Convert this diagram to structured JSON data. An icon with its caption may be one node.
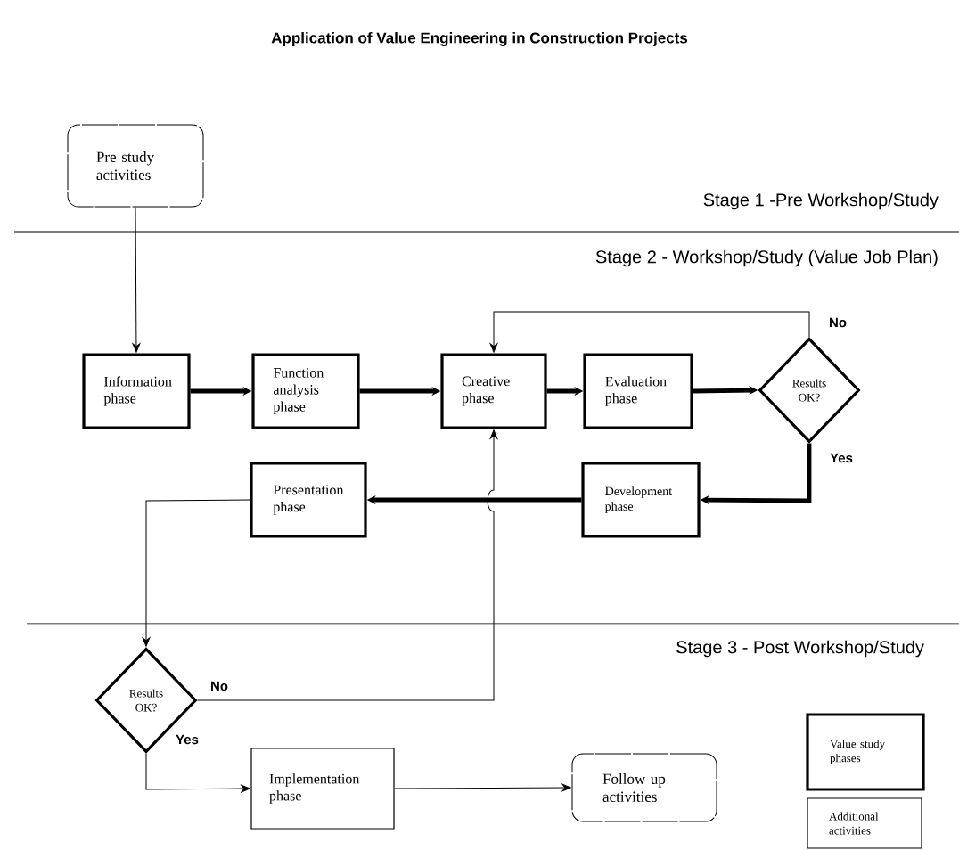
{
  "diagram": {
    "title": "Application of Value Engineering in Construction Projects",
    "nodes": [
      {
        "text": [
          "Pre study activities"
        ]
      },
      {
        "text": [
          "Information phase"
        ]
      },
      {
        "text": [
          "Function analysis phase"
        ]
      },
      {
        "text": [
          "Creative phase"
        ]
      },
      {
        "text": [
          "Evaluation phase"
        ]
      },
      {
        "text": [
          "Results OK?"
        ]
      },
      {
        "text": [
          "Presentation phase"
        ]
      },
      {
        "text": [
          "Development phase"
        ]
      },
      {
        "text": [
          "Results OK?"
        ]
      },
      {
        "text": [
          "Implementation phase"
        ]
      },
      {
        "text": [
          "Follow up activities"
        ]
      }
    ],
    "edges": [
      {
        "from": 0,
        "to": 1,
        "arrow": "to"
      },
      {
        "from": 1,
        "to": 2,
        "arrow": "to",
        "style": "thick"
      },
      {
        "from": 2,
        "to": 3,
        "arrow": "to",
        "style": "thick"
      },
      {
        "from": 3,
        "to": 4,
        "arrow": "to",
        "style": "thick"
      },
      {
        "from": 4,
        "to": 5,
        "arrow": "to",
        "style": "thick"
      },
      {
        "from": 5,
        "to": 3,
        "arrow": "to",
        "label": "No"
      },
      {
        "from": 5,
        "to": 7,
        "arrow": "to",
        "label": "Yes",
        "style": "thick"
      },
      {
        "from": 7,
        "to": 6,
        "arrow": "to",
        "style": "thick"
      },
      {
        "from": 6,
        "to": 8,
        "arrow": "to"
      },
      {
        "from": 8,
        "to": 3,
        "arrow": "to",
        "label": "No"
      },
      {
        "from": 8,
        "to": 9,
        "arrow": "to",
        "label": "Yes"
      },
      {
        "from": 9,
        "to": 10,
        "arrow": "to"
      }
    ],
    "labels": [
      "Stage 1 -Pre Workshop/Study",
      "Stage 2 -  Workshop/Study (Value Job Plan)",
      "Stage 3 -    Post Workshop/Study"
    ],
    "legend": [
      {
        "text": "Value study phases"
      },
      {
        "text": "Additional activities"
      }
    ]
  }
}
